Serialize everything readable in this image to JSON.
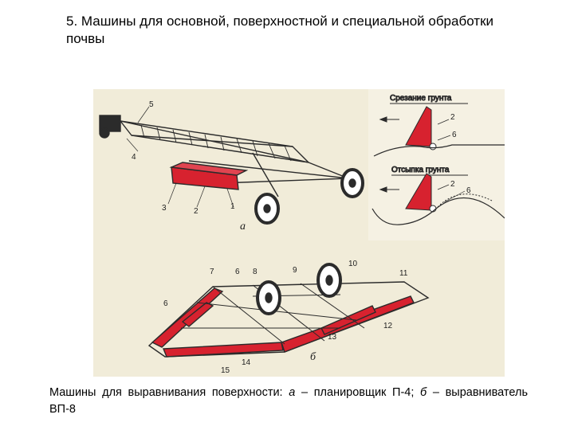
{
  "slide": {
    "title": "5. Машины для основной, поверхностной и специальной обработки почвы",
    "caption": {
      "prefix": "Машины для выравнивания поверхности: ",
      "a_letter": "а",
      "a_text": " – планировщик П-4; ",
      "b_letter": "б",
      "b_text": " – выравниватель ВП-8"
    }
  },
  "figure": {
    "inset_labels": {
      "cut": "Срезание грунта",
      "dump": "Отсыпка грунта"
    },
    "part_a_label": "а",
    "part_b_label": "б",
    "numbers_a": [
      "5",
      "4",
      "3",
      "2",
      "1"
    ],
    "numbers_inset": [
      "2",
      "6",
      "2",
      "6"
    ],
    "numbers_b": [
      "7",
      "6",
      "8",
      "9",
      "10",
      "11",
      "6",
      "12",
      "13",
      "14",
      "15"
    ]
  },
  "colors": {
    "red": "#d7222f",
    "ink": "#2b2b2b",
    "paper": "#f1ecd9"
  }
}
